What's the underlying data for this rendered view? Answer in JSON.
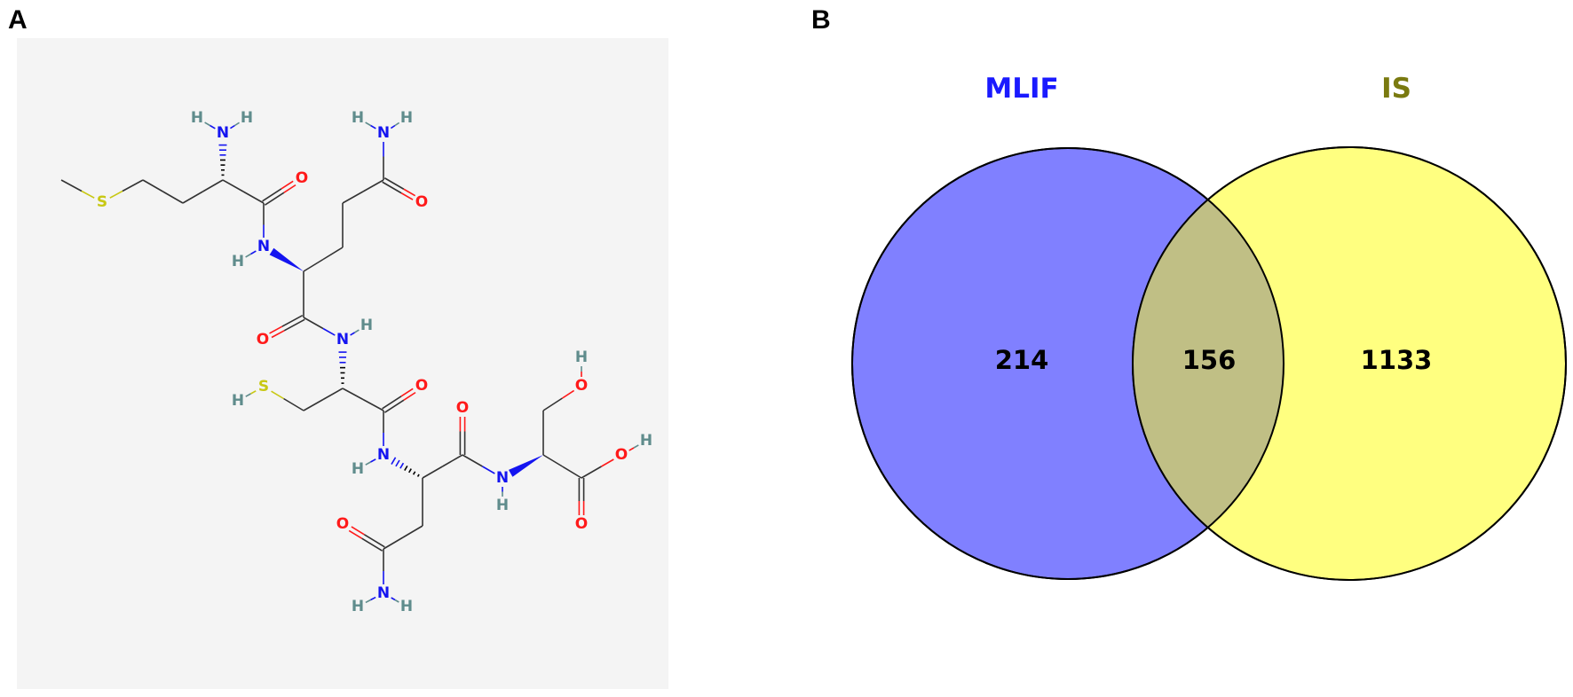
{
  "panel_a": {
    "label": "A",
    "molecule": {
      "atoms": [
        "C",
        "S",
        "C",
        "C",
        "C",
        "N",
        "H",
        "H",
        "C",
        "O",
        "N",
        "H",
        "C",
        "C",
        "C",
        "C",
        "N",
        "H",
        "H",
        "O",
        "C",
        "O",
        "N",
        "H",
        "C",
        "C",
        "S",
        "H",
        "C",
        "O",
        "N",
        "H",
        "C",
        "C",
        "C",
        "O",
        "N",
        "H",
        "H",
        "C",
        "O",
        "N",
        "H",
        "C",
        "C",
        "O",
        "H",
        "C",
        "O",
        "O",
        "H"
      ],
      "element_colors": {
        "N": "#1414f0",
        "O": "#ff1a1a",
        "S": "#c8c814",
        "H": "#5f8c8c",
        "C": "#333333"
      },
      "background": "#f4f4f4"
    }
  },
  "panel_b": {
    "label": "B",
    "sets": [
      {
        "name": "MLIF",
        "color": "#8080ff",
        "title_color": "#1a1aff",
        "only": "214"
      },
      {
        "name": "IS",
        "color": "#ffff80",
        "title_color": "#7a7a10",
        "only": "1133"
      }
    ],
    "intersection": {
      "value": "156",
      "color": "#c0bf85"
    }
  }
}
